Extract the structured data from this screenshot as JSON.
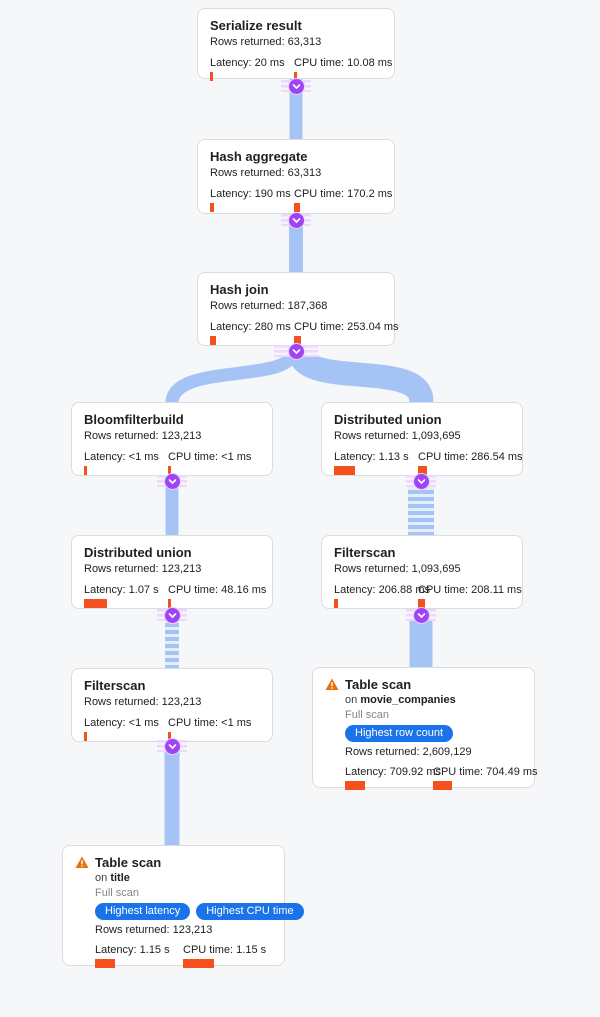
{
  "palette": {
    "bg": "#f6f7f9",
    "card-bg": "#ffffff",
    "card-border": "#dadce0",
    "band": "#a5c4f5",
    "band-light": "#e3edfc",
    "circle": "#a142f4",
    "bar": "#f4511e",
    "badge": "#1a73e8",
    "text": "#202124",
    "muted": "#80868b",
    "warn": "#e8710a"
  },
  "nodes": [
    {
      "title": "Serialize result",
      "rows": "Rows returned: 63,313",
      "latency": "Latency: 20 ms",
      "cpu": "CPU time: 10.08 ms",
      "latency_bar": "3px",
      "cpu_bar": "3px"
    },
    {
      "title": "Hash aggregate",
      "rows": "Rows returned: 63,313",
      "latency": "Latency: 190 ms",
      "cpu": "CPU time: 170.2 ms",
      "latency_bar": "4px",
      "cpu_bar": "6px"
    },
    {
      "title": "Hash join",
      "rows": "Rows returned: 187,368",
      "latency": "Latency: 280 ms",
      "cpu": "CPU time: 253.04 ms",
      "latency_bar": "6px",
      "cpu_bar": "7px"
    },
    {
      "title": "Bloomfilterbuild",
      "rows": "Rows returned: 123,213",
      "latency": "Latency: <1 ms",
      "cpu": "CPU time: <1 ms",
      "latency_bar": "3px",
      "cpu_bar": "3px"
    },
    {
      "title": "Distributed union",
      "rows": "Rows returned: 1,093,695",
      "latency": "Latency: 1.13 s",
      "cpu": "CPU time: 286.54 ms",
      "latency_bar": "21px",
      "cpu_bar": "9px"
    },
    {
      "title": "Distributed union",
      "rows": "Rows returned: 123,213",
      "latency": "Latency: 1.07 s",
      "cpu": "CPU time: 48.16 ms",
      "latency_bar": "23px",
      "cpu_bar": "3px"
    },
    {
      "title": "Filterscan",
      "rows": "Rows returned: 1,093,695",
      "latency": "Latency: 206.88 ms",
      "cpu": "CPU time: 208.11 ms",
      "latency_bar": "4px",
      "cpu_bar": "7px"
    },
    {
      "title": "Filterscan",
      "rows": "Rows returned: 123,213",
      "latency": "Latency: <1 ms",
      "cpu": "CPU time: <1 ms",
      "latency_bar": "3px",
      "cpu_bar": "3px"
    },
    {
      "title": "Table scan",
      "on_prefix": "on",
      "table": "movie_companies",
      "scan_type": "Full scan",
      "badges": [
        "Highest row count"
      ],
      "rows": "Rows returned: 2,609,129",
      "latency": "Latency: 709.92 ms",
      "cpu": "CPU time: 704.49 ms",
      "latency_bar": "20px",
      "cpu_bar": "19px"
    },
    {
      "title": "Table scan",
      "on_prefix": "on",
      "table": "title",
      "scan_type": "Full scan",
      "badges": [
        "Highest latency",
        "Highest CPU time"
      ],
      "rows": "Rows returned: 123,213",
      "latency": "Latency: 1.15 s",
      "cpu": "CPU time: 1.15 s",
      "latency_bar": "20px",
      "cpu_bar": "31px"
    }
  ]
}
